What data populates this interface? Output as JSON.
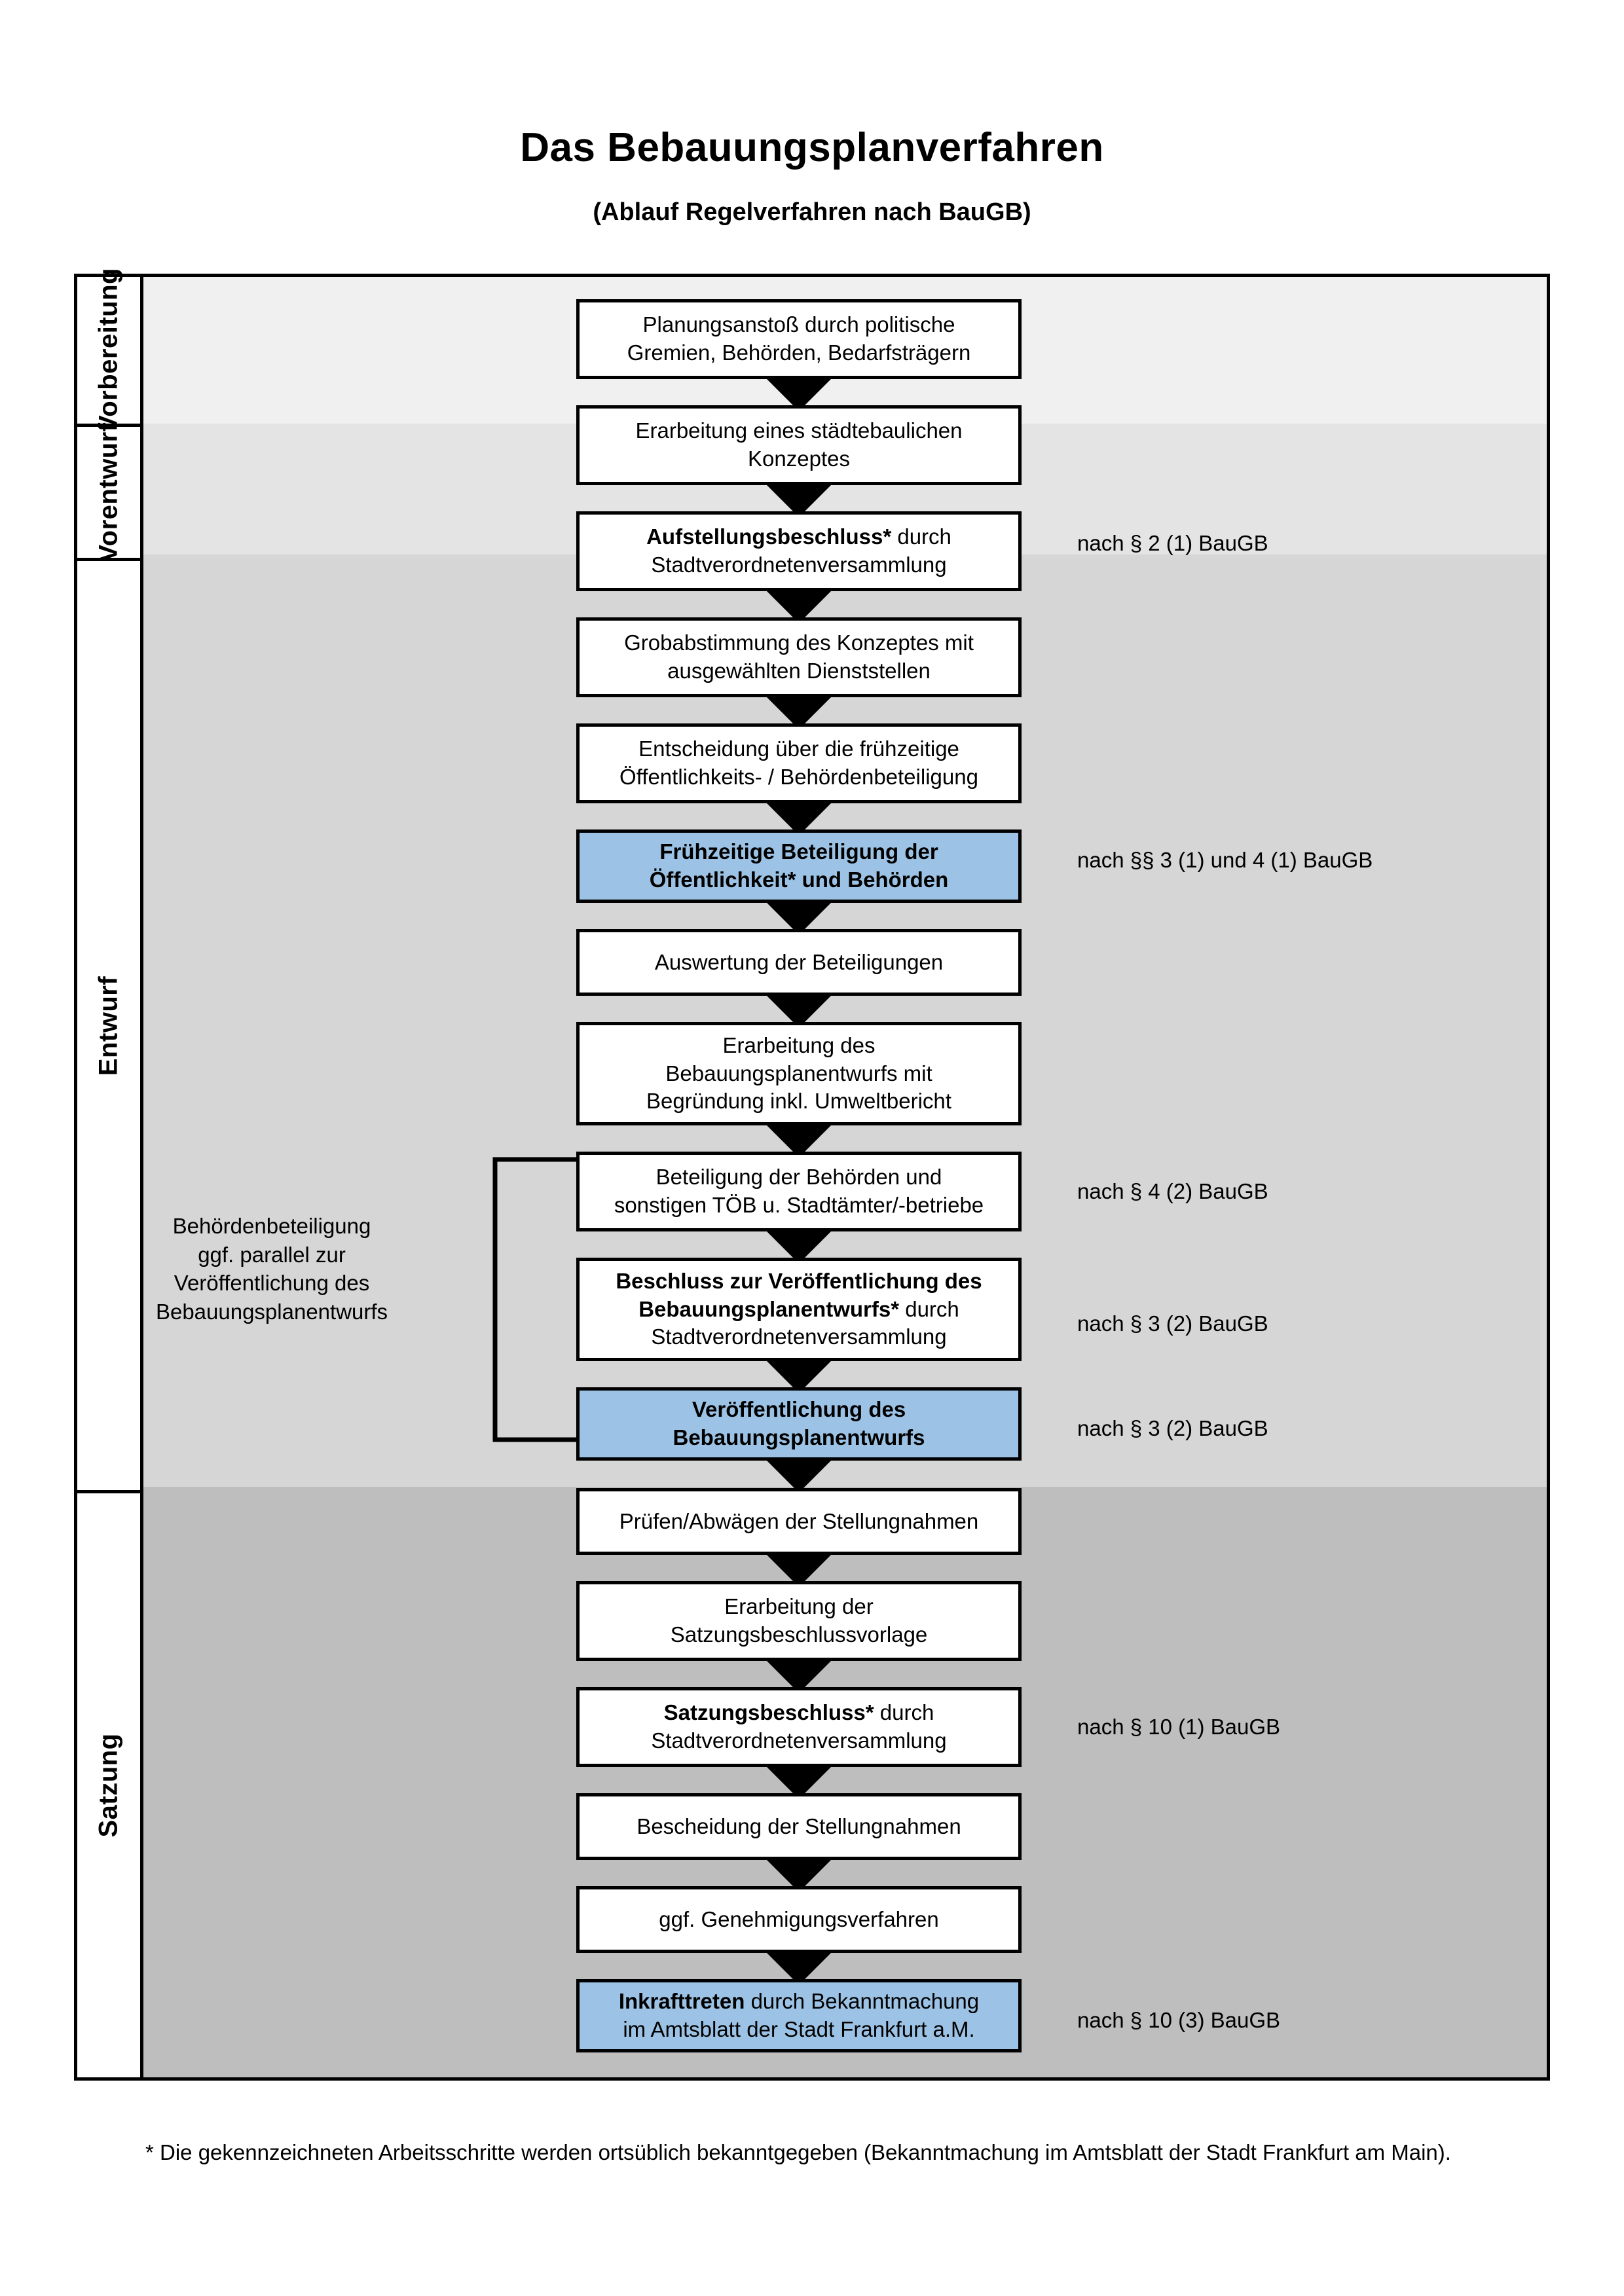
{
  "title": {
    "main": "Das Bebauungsplanverfahren",
    "sub": "(Ablauf Regelverfahren nach BauGB)"
  },
  "colors": {
    "highlight_box": "#9CC3E5",
    "band_vorbereitung": "#F0F0F0",
    "band_vorentwurf": "#E4E4E4",
    "band_entwurf": "#D6D6D6",
    "band_satzung": "#BEBEBE",
    "border": "#000000"
  },
  "phases": [
    {
      "label": "Vorbereitung"
    },
    {
      "label": "Vorentwurf"
    },
    {
      "label": "Entwurf"
    },
    {
      "label": "Satzung"
    }
  ],
  "steps": [
    {
      "id": "planungsanstoss",
      "lines": [
        "Planungsanstoß durch politische",
        "Gremien, Behörden, Bedarfsträgern"
      ],
      "highlight": false
    },
    {
      "id": "staedtebauliches-konzept",
      "lines": [
        "Erarbeitung eines städtebaulichen",
        "Konzeptes"
      ],
      "highlight": false
    },
    {
      "id": "aufstellungsbeschluss",
      "bold_prefix": "Aufstellungsbeschluss*",
      "rest_first_line": " durch",
      "lines": [
        "Aufstellungsbeschluss* durch",
        "Stadtverordnetenversammlung"
      ],
      "highlight": false
    },
    {
      "id": "grobabstimmung",
      "lines": [
        "Grobabstimmung des Konzeptes mit",
        "ausgewählten Dienststellen"
      ],
      "highlight": false
    },
    {
      "id": "entscheidung-fruehzeitige",
      "lines": [
        "Entscheidung über die frühzeitige",
        "Öffentlichkeits- / Behördenbeteiligung"
      ],
      "highlight": false
    },
    {
      "id": "fruehzeitige-beteiligung",
      "lines": [
        "Frühzeitige Beteiligung der",
        "Öffentlichkeit* und Behörden"
      ],
      "highlight": true
    },
    {
      "id": "auswertung-beteiligungen",
      "lines": [
        "Auswertung der Beteiligungen"
      ],
      "highlight": false
    },
    {
      "id": "erarbeitung-bplanentwurf",
      "lines": [
        "Erarbeitung des",
        "Bebauungsplanentwurfs mit",
        "Begründung inkl. Umweltbericht"
      ],
      "highlight": false
    },
    {
      "id": "beteiligung-behoerden-toeb",
      "lines": [
        "Beteiligung der Behörden und",
        "sonstigen TÖB u. Stadtämter/-betriebe"
      ],
      "highlight": false
    },
    {
      "id": "beschluss-veroeffentlichung",
      "bold_prefix": "Beschluss zur Veröffentlichung des Bebauungsplanentwurfs*",
      "rest_first_line": " durch",
      "lines": [
        "Beschluss zur Veröffentlichung des",
        "Bebauungsplanentwurfs* durch",
        "Stadtverordnetenversammlung"
      ],
      "highlight": false
    },
    {
      "id": "veroeffentlichung-bplanentwurf",
      "lines": [
        "Veröffentlichung des",
        "Bebauungsplanentwurfs"
      ],
      "highlight": true
    },
    {
      "id": "pruefen-abwaegen",
      "lines": [
        "Prüfen/Abwägen der Stellungnahmen"
      ],
      "highlight": false
    },
    {
      "id": "erarbeitung-satzungsvorlage",
      "lines": [
        "Erarbeitung der",
        "Satzungsbeschlussvorlage"
      ],
      "highlight": false
    },
    {
      "id": "satzungsbeschluss",
      "bold_prefix": "Satzungsbeschluss*",
      "rest_first_line": " durch",
      "lines": [
        "Satzungsbeschluss* durch",
        "Stadtverordnetenversammlung"
      ],
      "highlight": false
    },
    {
      "id": "bescheidung-stellungnahmen",
      "lines": [
        "Bescheidung der Stellungnahmen"
      ],
      "highlight": false
    },
    {
      "id": "genehmigungsverfahren",
      "lines": [
        "ggf. Genehmigungsverfahren"
      ],
      "highlight": false
    },
    {
      "id": "inkrafttreten",
      "bold_prefix": "Inkrafttreten",
      "rest_first_line": " durch Bekanntmachung",
      "lines": [
        "Inkrafttreten durch Bekanntmachung",
        "im Amtsblatt der Stadt Frankfurt a.M."
      ],
      "highlight": true
    }
  ],
  "legal_refs": [
    {
      "id": "ref-par2-1",
      "text": "nach § 2 (1) BauGB"
    },
    {
      "id": "ref-par3-1-4-1",
      "text": "nach §§ 3 (1) und 4 (1) BauGB"
    },
    {
      "id": "ref-par4-2",
      "text": "nach § 4 (2) BauGB"
    },
    {
      "id": "ref-par3-2-a",
      "text": "nach § 3 (2) BauGB"
    },
    {
      "id": "ref-par3-2-b",
      "text": "nach § 3 (2) BauGB"
    },
    {
      "id": "ref-par10-1",
      "text": "nach § 10 (1) BauGB"
    },
    {
      "id": "ref-par10-3",
      "text": "nach § 10 (3) BauGB"
    }
  ],
  "side_note": {
    "lines": [
      "Behördenbeteiligung",
      "ggf. parallel zur",
      "Veröffentlichung des",
      "Bebauungsplanentwurfs"
    ]
  },
  "footnote": {
    "text": "* Die gekennzeichneten Arbeitsschritte werden ortsüblich bekanntgegeben (Bekanntmachung im Amtsblatt  der Stadt Frankfurt am Main)."
  }
}
